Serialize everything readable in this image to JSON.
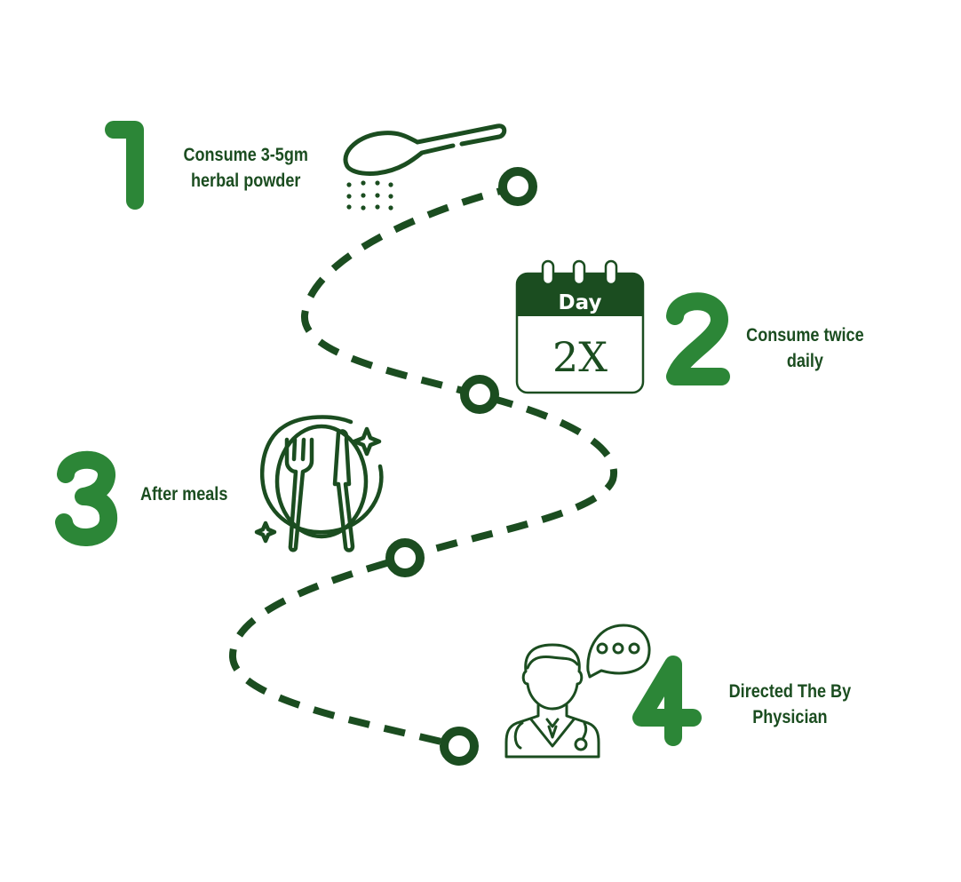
{
  "colors": {
    "number_green": "#2c8637",
    "dark_green": "#1b4d20",
    "background": "#ffffff"
  },
  "steps": [
    {
      "number": "1",
      "label_lines": [
        "Consume 3-5gm",
        "herbal powder"
      ],
      "icon": "spoon-powder-icon"
    },
    {
      "number": "2",
      "label_lines": [
        "Consume twice",
        "daily"
      ],
      "icon": "calendar-icon",
      "calendar": {
        "header": "Day",
        "body": "2X"
      }
    },
    {
      "number": "3",
      "label_lines": [
        "After meals"
      ],
      "icon": "plate-fork-knife-icon"
    },
    {
      "number": "4",
      "label_lines": [
        "Directed The By",
        "Physician"
      ],
      "icon": "doctor-icon"
    }
  ]
}
